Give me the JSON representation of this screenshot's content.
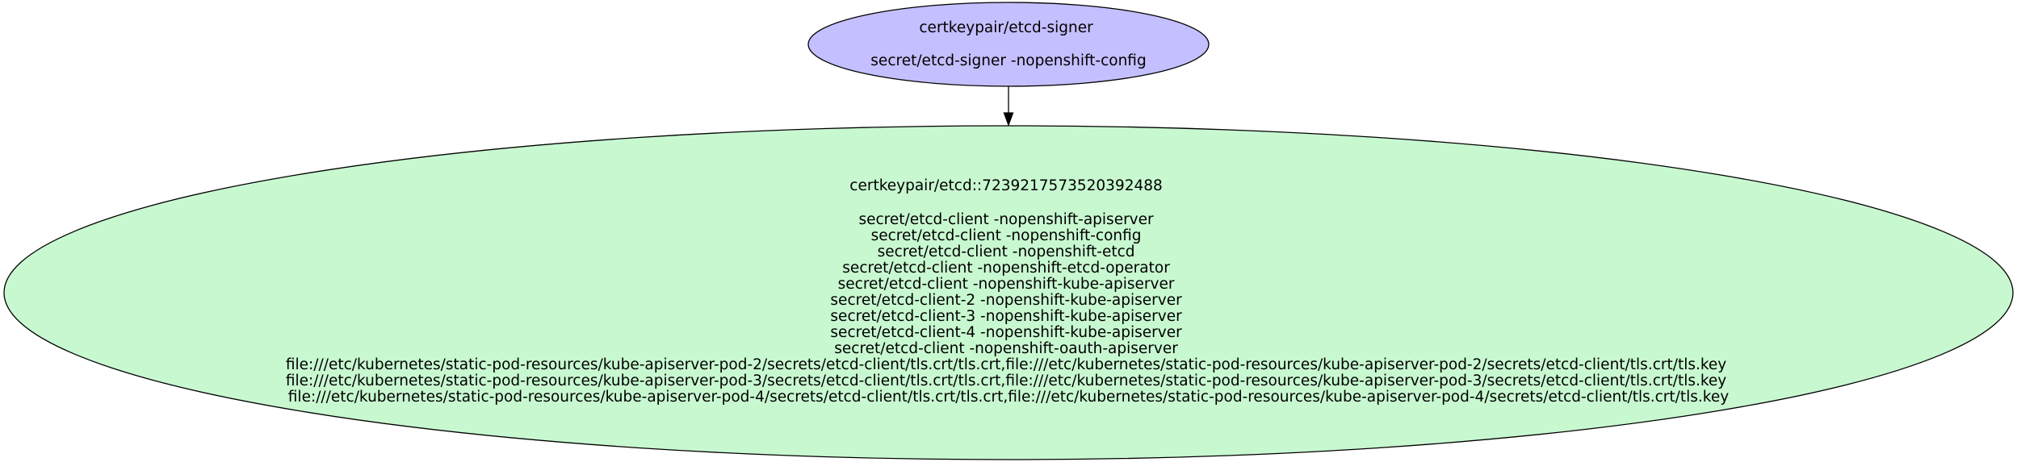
{
  "graph": {
    "colors": {
      "signer_fill": "#c4bfff",
      "cert_fill": "#c8f8d0",
      "stroke": "#000000",
      "background": "#ffffff"
    },
    "nodes": [
      {
        "id": "signer",
        "lines": [
          "certkeypair/etcd-signer",
          "",
          "secret/etcd-signer -nopenshift-config"
        ]
      },
      {
        "id": "cert",
        "lines": [
          "certkeypair/etcd::7239217573520392488",
          "",
          "secret/etcd-client -nopenshift-apiserver",
          "secret/etcd-client -nopenshift-config",
          "secret/etcd-client -nopenshift-etcd",
          "secret/etcd-client -nopenshift-etcd-operator",
          "secret/etcd-client -nopenshift-kube-apiserver",
          "secret/etcd-client-2 -nopenshift-kube-apiserver",
          "secret/etcd-client-3 -nopenshift-kube-apiserver",
          "secret/etcd-client-4 -nopenshift-kube-apiserver",
          "secret/etcd-client -nopenshift-oauth-apiserver",
          "file:///etc/kubernetes/static-pod-resources/kube-apiserver-pod-2/secrets/etcd-client/tls.crt/tls.crt,file:///etc/kubernetes/static-pod-resources/kube-apiserver-pod-2/secrets/etcd-client/tls.crt/tls.key",
          "file:///etc/kubernetes/static-pod-resources/kube-apiserver-pod-3/secrets/etcd-client/tls.crt/tls.crt,file:///etc/kubernetes/static-pod-resources/kube-apiserver-pod-3/secrets/etcd-client/tls.crt/tls.key",
          "file:///etc/kubernetes/static-pod-resources/kube-apiserver-pod-4/secrets/etcd-client/tls.crt/tls.crt,file:///etc/kubernetes/static-pod-resources/kube-apiserver-pod-4/secrets/etcd-client/tls.crt/tls.key"
        ]
      }
    ],
    "edges": [
      {
        "from": "signer",
        "to": "cert"
      }
    ]
  }
}
